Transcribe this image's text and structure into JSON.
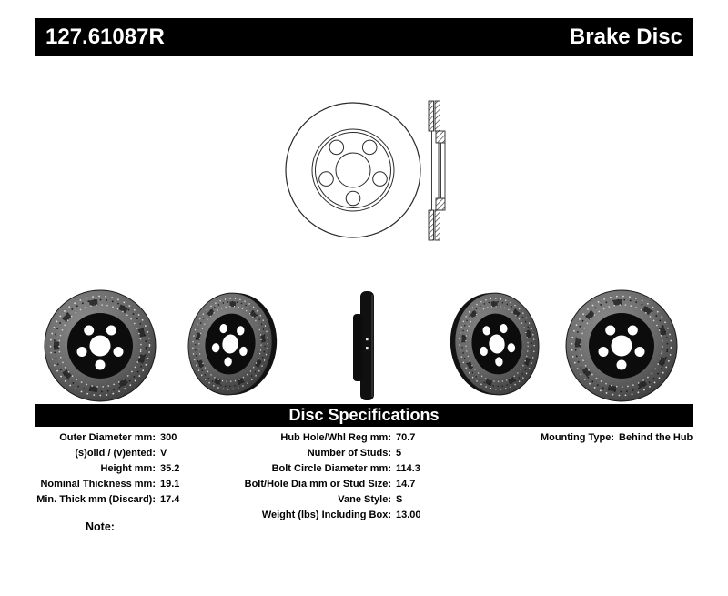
{
  "header": {
    "part_number": "127.61087R",
    "title": "Brake Disc"
  },
  "spec_section": {
    "title": "Disc Specifications"
  },
  "specs": {
    "col1": [
      {
        "label": "Outer Diameter mm:",
        "value": "300"
      },
      {
        "label": "(s)olid / (v)ented:",
        "value": "V"
      },
      {
        "label": "Height mm:",
        "value": "35.2"
      },
      {
        "label": "Nominal Thickness mm:",
        "value": "19.1"
      },
      {
        "label": "Min. Thick mm (Discard):",
        "value": "17.4"
      }
    ],
    "col2": [
      {
        "label": "Hub Hole/Whl Reg mm:",
        "value": "70.7"
      },
      {
        "label": "Number of Studs:",
        "value": "5"
      },
      {
        "label": "Bolt Circle Diameter mm:",
        "value": "114.3"
      },
      {
        "label": "Bolt/Hole Dia mm or Stud Size:",
        "value": "14.7"
      },
      {
        "label": "Vane Style:",
        "value": "S"
      },
      {
        "label": "Weight (lbs) Including Box:",
        "value": "13.00"
      }
    ],
    "col3": [
      {
        "label": "Mounting Type:",
        "value": "Behind the Hub"
      }
    ]
  },
  "note_label": "Note:",
  "images": {
    "technical_drawing": "brake-disc-front-view-and-cross-section-line-drawing",
    "photos": [
      "drilled-slotted-rotor-face-view",
      "drilled-slotted-rotor-angled-view",
      "rotor-edge-profile-view",
      "drilled-slotted-rotor-angled-view",
      "drilled-slotted-rotor-face-view"
    ]
  },
  "colors": {
    "bar_background": "#000000",
    "bar_text": "#ffffff",
    "page_background": "#ffffff",
    "spec_text": "#000000",
    "rotor_gray": "#6b6b6b",
    "hat_black": "#0d0d0d"
  }
}
